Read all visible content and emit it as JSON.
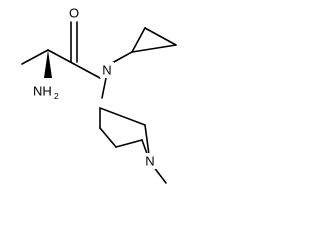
{
  "molecule": {
    "atoms": {
      "oxygen": "O",
      "amide_nitrogen": "N",
      "amine": {
        "text": "NH",
        "subscript": "2"
      },
      "ring_nitrogen": "N"
    },
    "colors": {
      "bond": "#000000",
      "label": "#000000",
      "background": "#ffffff"
    }
  }
}
